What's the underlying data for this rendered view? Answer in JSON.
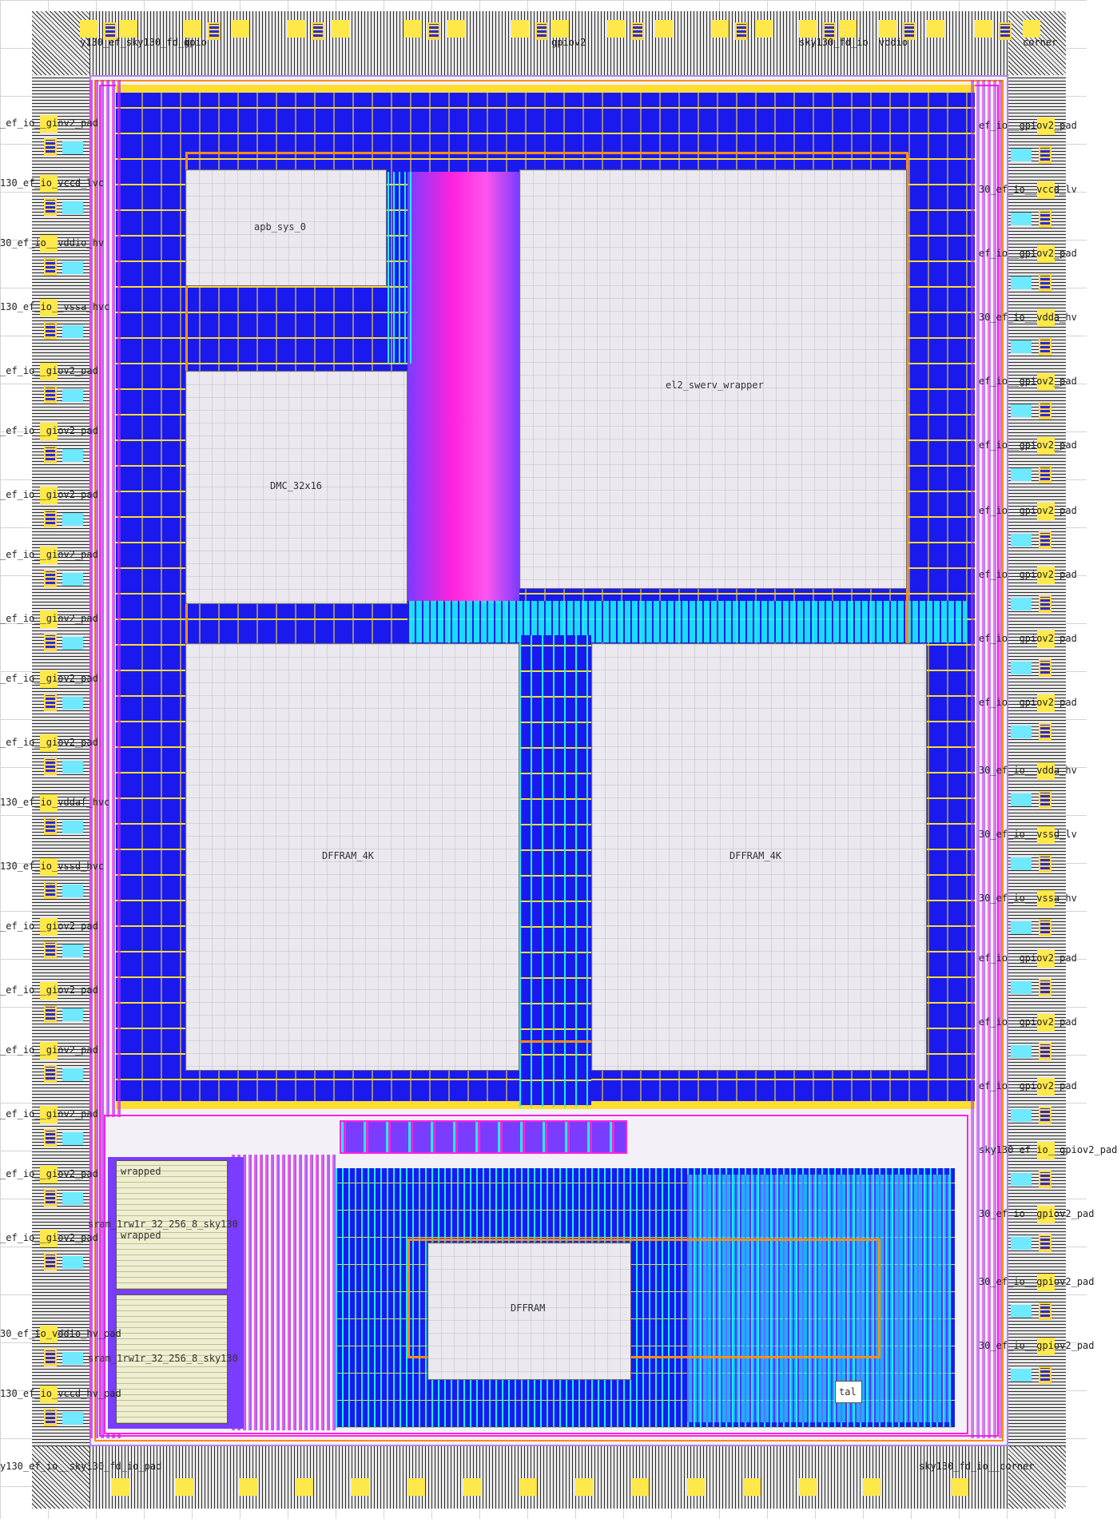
{
  "macros": [
    {
      "id": "apb_sys_0",
      "label": "apb_sys_0"
    },
    {
      "id": "el2_swerv_wrapper",
      "label": "el2_swerv_wrapper"
    },
    {
      "id": "dmc",
      "label": "DMC_32x16"
    },
    {
      "id": "dffram4k_a",
      "label": "DFFRAM_4K"
    },
    {
      "id": "dffram4k_b",
      "label": "DFFRAM_4K"
    },
    {
      "id": "dffram",
      "label": "DFFRAM"
    },
    {
      "id": "sram_wrapped_top",
      "label": "wrapped"
    },
    {
      "id": "sram_name_a",
      "label": "sram_1rw1r_32_256_8_sky130"
    },
    {
      "id": "sram_wrapped_bot",
      "label": "wrapped"
    },
    {
      "id": "sram_name_b",
      "label": "sram_1rw1r_32_256_8_sky130"
    },
    {
      "id": "xtal",
      "label": "tal"
    }
  ],
  "top_labels": [
    "y130_ef_sky130_fd_io",
    "",
    "gpio",
    "",
    "",
    "",
    "",
    "",
    "",
    "gpiov2",
    "",
    "",
    "",
    "",
    "sky130_fd_io",
    "",
    "vddio",
    "",
    "",
    "corner"
  ],
  "bottom_labels": [
    "y130_ef_io__sky130_fd_io_pad",
    "",
    "",
    "",
    "",
    "",
    "",
    "",
    "",
    "",
    "",
    "",
    "",
    "",
    "sky130_fd_io__corner"
  ],
  "left_labels": [
    "_ef_io__giov2_pad",
    "130_ef_io_vccd_lvc",
    "30_ef_io__vddio_hv",
    "130_ef_io__vssa_hvc",
    "_ef_io__giov2_pad",
    "_ef_io__giov2_pad",
    "_ef_io__giov2_pad",
    "_ef_io__giov2_pad",
    "_ef_io__giov2_pad",
    "_ef_io__giov2_pad",
    "_ef_io__giov2_pad",
    "130_ef_io_vddaf_hvc",
    "130_ef_io_vssd_hvc",
    "_ef_io__giov2_pad",
    "_ef_io__giov2_pad",
    "_ef_io__giov2_pad",
    "_ef_io__giov2_pad",
    "_ef_io__giov2_pad",
    "_ef_io__giov2_pad",
    "30_ef_io_vddio_hv_pad",
    "130_ef_io_vccd_hv_pad"
  ],
  "right_labels": [
    "ef_io__gpiov2_pad",
    "30_ef_io__vccd_lv",
    "ef_io__gpiov2_pad",
    "30_ef_io__vdda_hv",
    "ef_io__gpiov2_pad",
    "ef_io__gpiov2_pad",
    "ef_io__gpiov2_pad",
    "ef_io__gpiov2_pad",
    "ef_io__gpiov2_pad",
    "ef_io__gpiov2_pad",
    "30_ef_io__vdda_hv",
    "30_ef_io__vssd_lv",
    "30_ef_io__vssa_hv",
    "ef_io__gpiov2_pad",
    "ef_io__gpiov2_pad",
    "ef_io__gpiov2_pad",
    "sky130_ef_io__gpiov2_pad",
    "30_ef_io__gpiov2_pad",
    "30_ef_io__gpiov2_pad",
    "30_ef_io__gpiov2_pad"
  ],
  "colors": {
    "metal1": "#1a1aee",
    "metal2": "#ff22dd",
    "metal3": "#19f0ff",
    "metal4": "#7a3cff",
    "power_stripe": "#ffdd33",
    "boundary": "#ff8c1a"
  }
}
